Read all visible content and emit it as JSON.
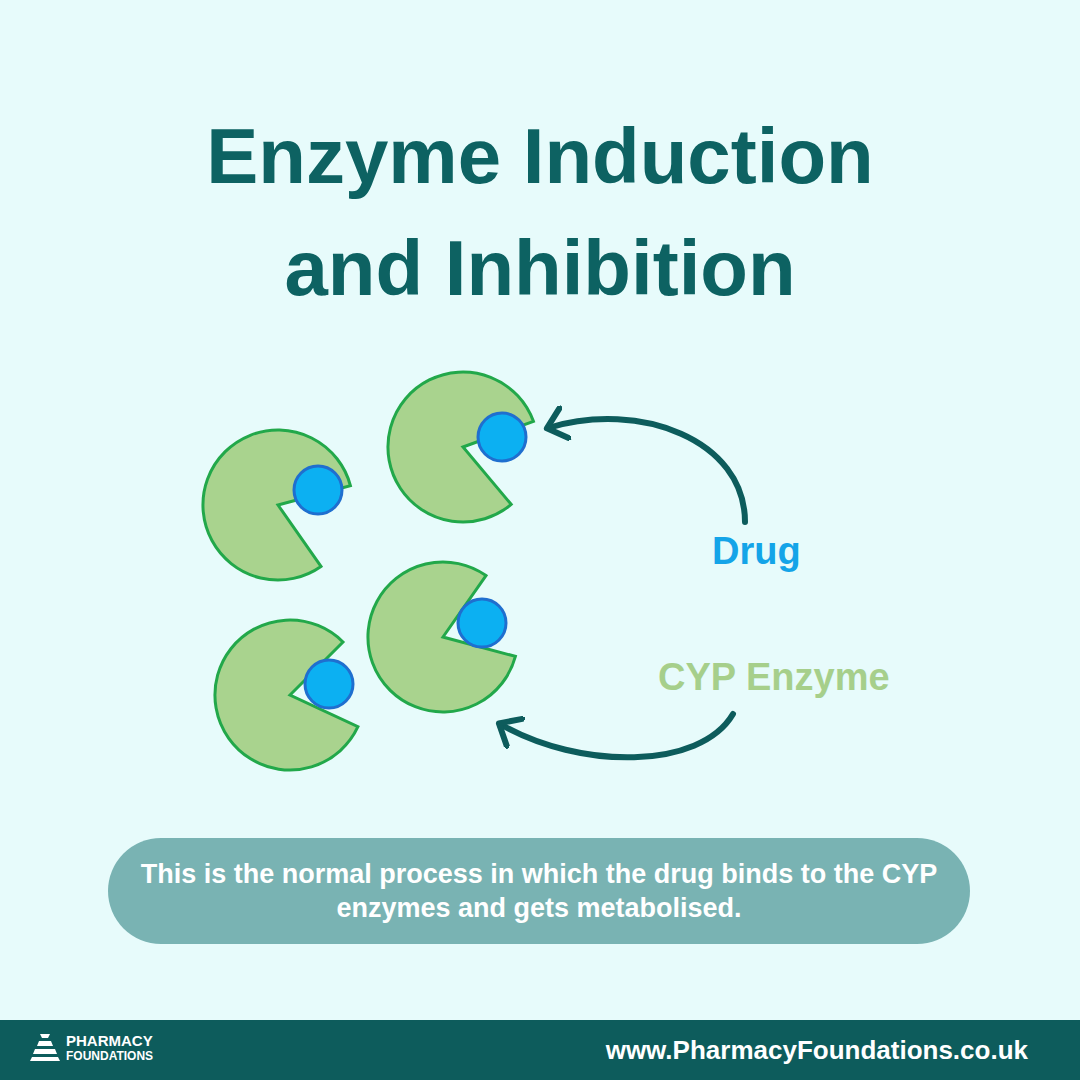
{
  "diagram": {
    "title": "Enzyme Induction and Inhibition",
    "caption": "This is the normal process in which the drug binds to the CYP enzymes and gets metabolised.",
    "labels": [
      "Drug",
      "CYP Enzyme",
      "PHARMACY",
      "FOUNDATIONS",
      "www.PharmacyFoundations.co.uk"
    ]
  }
}
